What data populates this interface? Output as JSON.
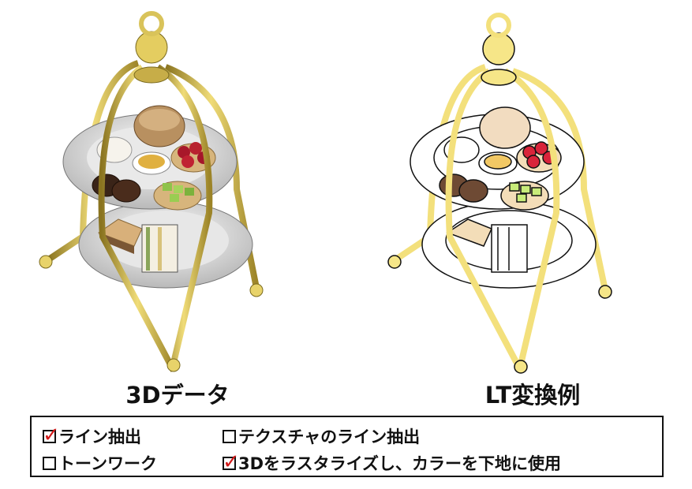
{
  "captions": {
    "left": "3Dデータ",
    "right": "LT変換例"
  },
  "options": [
    {
      "label": "ライン抽出",
      "checked": true
    },
    {
      "label": "テクスチャのライン抽出",
      "checked": false
    },
    {
      "label": "トーンワーク",
      "checked": false
    },
    {
      "label": "3Dをラスタライズし、カラーを下地に使用",
      "checked": true
    }
  ],
  "check_mark": "✓",
  "colors": {
    "frame_fill": "#d9c35a",
    "frame_light": "#f5e27a",
    "frame_stroke": "#7a6a1e",
    "check": "#d21a1a"
  }
}
